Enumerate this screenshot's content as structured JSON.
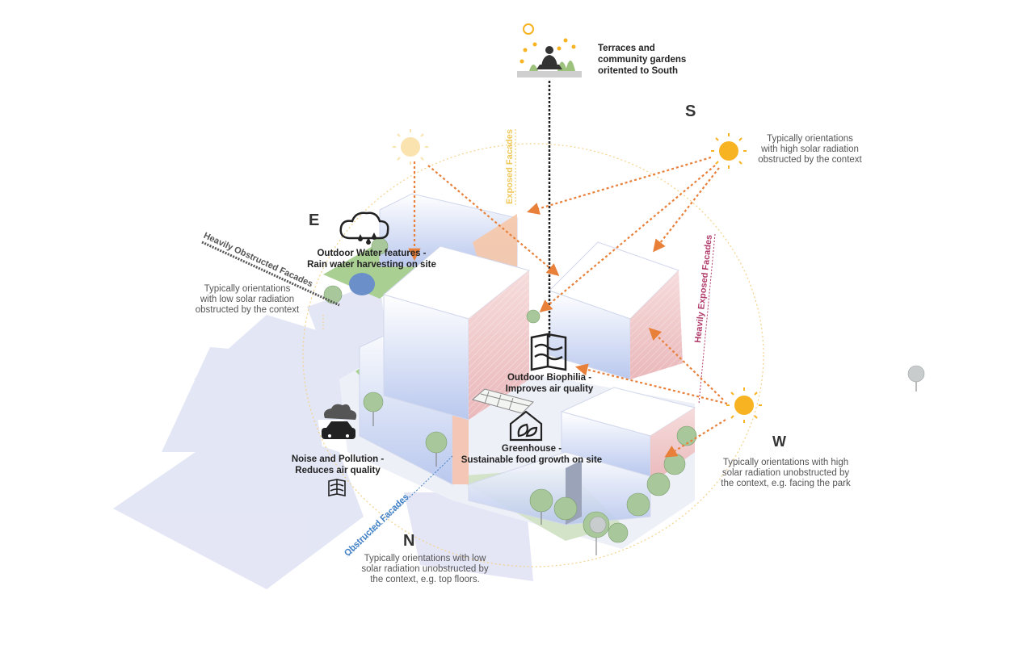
{
  "directions": {
    "north": "N",
    "south": "S",
    "east": "E",
    "west": "W"
  },
  "facades": {
    "exposed": "Exposed Facades",
    "heavily_exposed": "Heavily Exposed Facades",
    "heavily_obstructed": "Heavily Obstructed Facades",
    "obstructed": "Obstructed Facades"
  },
  "features": {
    "terraces": [
      "Terraces and",
      "community gardens",
      "oritented to South"
    ],
    "water": [
      "Outdoor Water features -",
      "Rain water harvesting on site"
    ],
    "biophilia": [
      "Outdoor Biophilia -",
      "Improves air quality"
    ],
    "greenhouse": [
      "Greenhouse -",
      "Sustainable food growth on site"
    ],
    "noise": [
      "Noise and Pollution -",
      "Reduces air quality"
    ]
  },
  "notes": {
    "south": [
      "Typically orientations",
      "with high solar radiation",
      "obstructed by the context"
    ],
    "east": [
      "Typically orientations",
      "with low solar radiation",
      "obstructed by the context"
    ],
    "west": [
      "Typically orientations with high",
      "solar radiation unobstructed by",
      "the context, e.g. facing the park"
    ],
    "north": [
      "Typically orientations with low",
      "solar radiation unobstructed by",
      "the context, e.g. top floors."
    ]
  },
  "colors": {
    "arrow": "#e8803a",
    "sun": "#f7b322",
    "sun_faint": "#fbe3b0",
    "facade_warm": "#f2c6c6",
    "facade_cool": "#c7d4ef",
    "exposed_text": "#f0c85a",
    "heavy_exposed_text": "#b03a6a",
    "obstructed_text": "#3f7fc4",
    "obstructed_heavy_text": "#555555",
    "greenery": "#8fbf7a"
  }
}
